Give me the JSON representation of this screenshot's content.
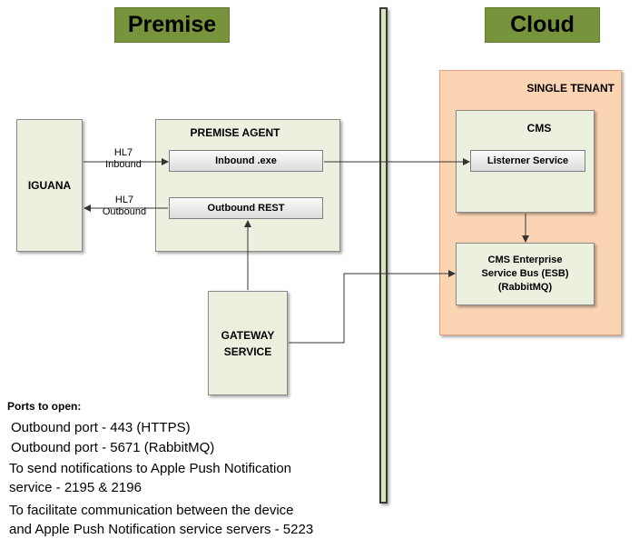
{
  "headers": {
    "premise": "Premise",
    "cloud": "Cloud"
  },
  "iguana": {
    "label": "IGUANA"
  },
  "premise_agent": {
    "title": "PREMISE AGENT",
    "inbound": "Inbound .exe",
    "outbound": "Outbound REST"
  },
  "links": {
    "hl7_in_1": "HL7",
    "hl7_in_2": "Inbound",
    "hl7_out_1": "HL7",
    "hl7_out_2": "Outbound"
  },
  "gateway": {
    "line1": "GATEWAY",
    "line2": "SERVICE"
  },
  "single_tenant": {
    "title": "SINGLE TENANT",
    "cms": "CMS",
    "listener": "Listerner Service",
    "esb_1": "CMS Enterprise",
    "esb_2": "Service Bus (ESB)",
    "esb_3": "(RabbitMQ)"
  },
  "ports": {
    "heading": "Ports to open:",
    "lines": [
      "Outbound port - 443 (HTTPS)",
      "Outbound port - 5671 (RabbitMQ)",
      "To send notifications to Apple Push Notification",
      "service - 2195 & 2196",
      "To facilitate communication between the device",
      "and Apple Push Notification service servers - 5223"
    ]
  },
  "colors": {
    "banner": "#77933c",
    "panel": "#ebf1de",
    "tenant": "#fbd4b4",
    "divider": "#d8e4bc"
  }
}
